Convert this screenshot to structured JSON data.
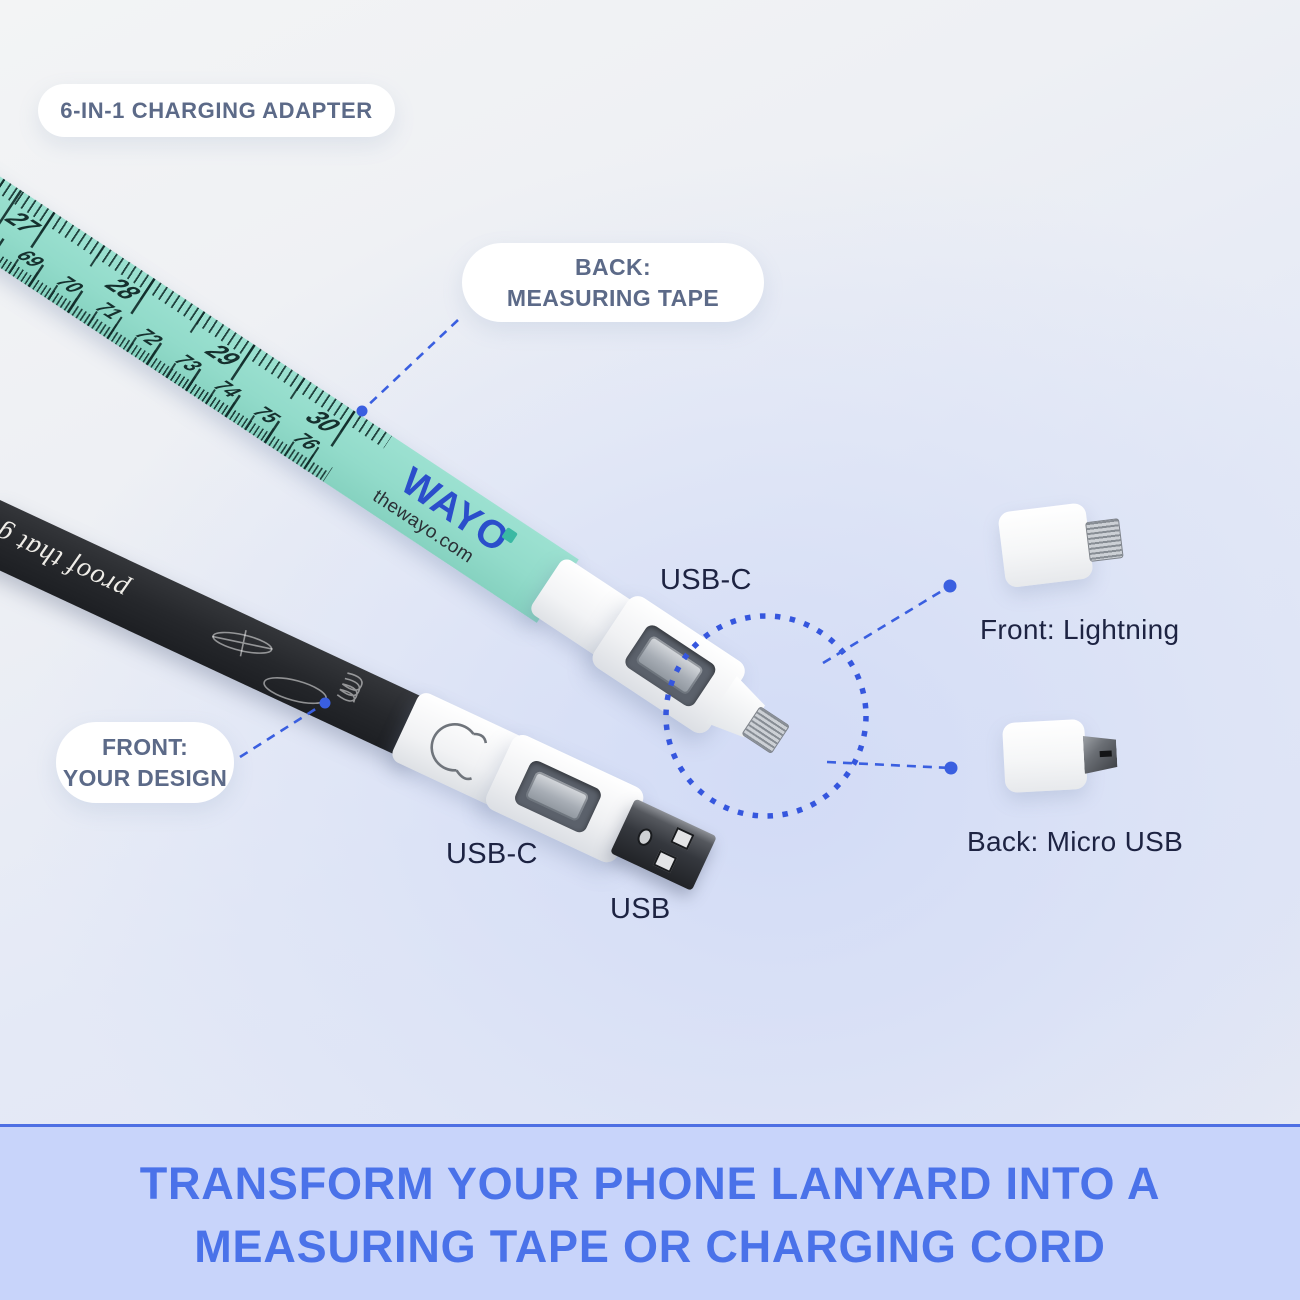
{
  "badge": "6-IN-1 CHARGING ADAPTER",
  "callout_back": {
    "line1": "BACK:",
    "line2": "MEASURING TAPE"
  },
  "callout_front": {
    "line1": "FRONT:",
    "line2": "YOUR DESIGN"
  },
  "labels": {
    "usb_c_top": "USB-C",
    "usb_c_bottom": "USB-C",
    "usb_bottom": "USB",
    "lightning": "Front: Lightning",
    "micro_usb": "Back: Micro USB"
  },
  "tape": {
    "brand": "WAYO",
    "url": "thewayo.com",
    "inch_numbers": [
      "27",
      "28",
      "29",
      "30"
    ],
    "cm_numbers": [
      "69",
      "70",
      "71",
      "72",
      "73",
      "74",
      "75",
      "76"
    ]
  },
  "lanyard_text": "proof that g",
  "banner": {
    "line1": "TRANSFORM YOUR PHONE LANYARD INTO A",
    "line2": "MEASURING TAPE OR CHARGING CORD"
  },
  "colors": {
    "accent_blue": "#3a5fe0",
    "banner_bg": "#c8d4fa",
    "banner_text": "#4a72e9",
    "tape_teal": "#92dbca",
    "lanyard_black": "#26282c",
    "pill_text": "#5c6a88",
    "label_navy": "#1d2342"
  }
}
